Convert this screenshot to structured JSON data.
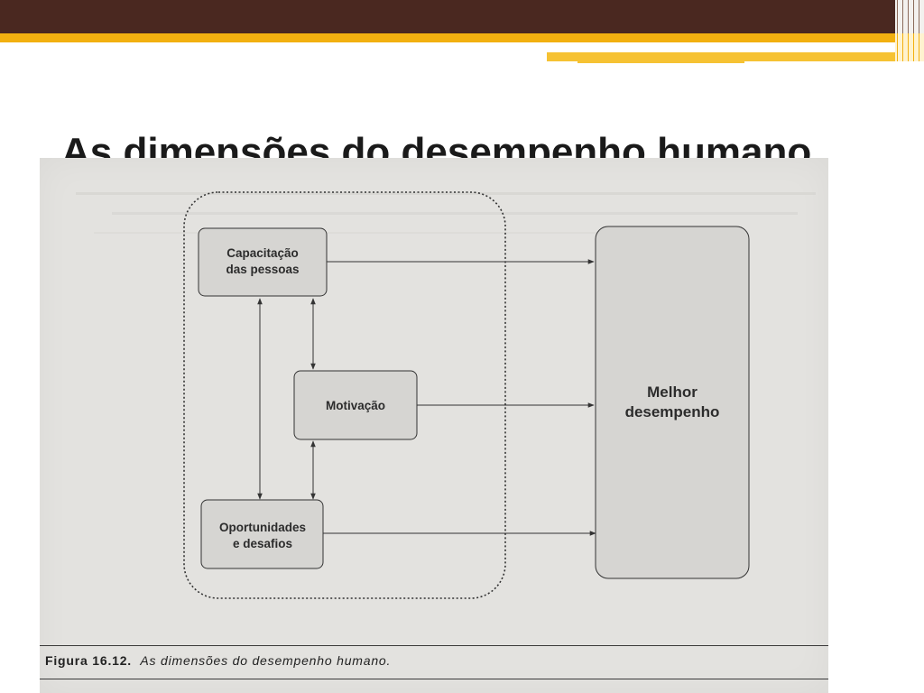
{
  "slide": {
    "title": "As dimensões do desempenho humano"
  },
  "figure": {
    "caption_number": "Figura 16.12.",
    "caption_text": "As dimensões do desempenho humano."
  },
  "diagram": {
    "nodes": {
      "capacitacao": [
        "Capacitação",
        "das pessoas"
      ],
      "motivacao": [
        "Motivação"
      ],
      "oportunidades": [
        "Oportunidades",
        "e desafios"
      ],
      "melhor": [
        "Melhor",
        "desempenho"
      ]
    },
    "edges": [
      {
        "from": "capacitacao",
        "to": "melhor",
        "type": "arrow"
      },
      {
        "from": "motivacao",
        "to": "melhor",
        "type": "arrow"
      },
      {
        "from": "oportunidades",
        "to": "melhor",
        "type": "arrow"
      },
      {
        "from": "capacitacao",
        "to": "motivacao",
        "type": "bidirectional"
      },
      {
        "from": "capacitacao",
        "to": "oportunidades",
        "type": "bidirectional"
      },
      {
        "from": "motivacao",
        "to": "oportunidades",
        "type": "bidirectional"
      }
    ]
  },
  "colors": {
    "header_bar": "#4a2820",
    "accent_gold": "#f2b010",
    "scan_background": "#e3e2df",
    "box_fill": "#d6d5d2"
  }
}
